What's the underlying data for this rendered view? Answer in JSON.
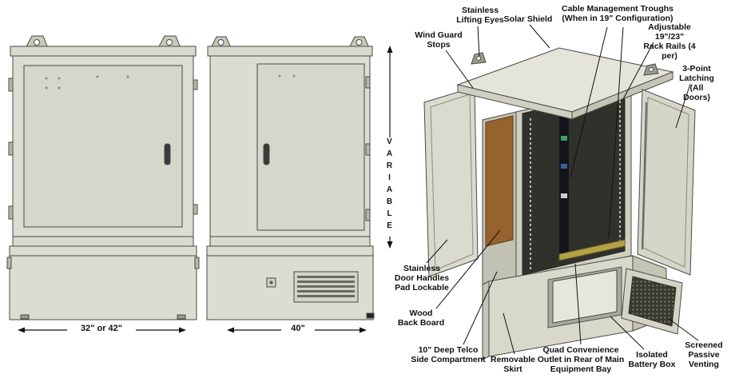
{
  "diagram": {
    "front_view": {
      "width_dimension": "32\" or 42\""
    },
    "side_view": {
      "width_dimension": "40\"",
      "height_dimension": "VARIABLE"
    },
    "callouts": {
      "lifting_eyes": "Stainless\nLifting Eyes",
      "solar_shield": "Solar Shield",
      "cable_troughs": "Cable Management Troughs\n(When in 19\" Configuration)",
      "wind_guard": "Wind Guard\nStops",
      "rack_rails": "Adjustable 19\"/23\"\nRack Rails (4 per)",
      "latching": "3-Point Latching\n(All Doors)",
      "door_handles": "Stainless\nDoor Handles\nPad Lockable",
      "back_board": "Wood\nBack Board",
      "telco": "10\" Deep Telco\nSide Compartment",
      "skirt": "Removable\nSkirt",
      "outlet": "Quad Convenience\nOutlet in Rear of Main\nEquipment Bay",
      "battery": "Isolated\nBattery Box",
      "venting": "Screened\nPassive\nVenting"
    }
  }
}
